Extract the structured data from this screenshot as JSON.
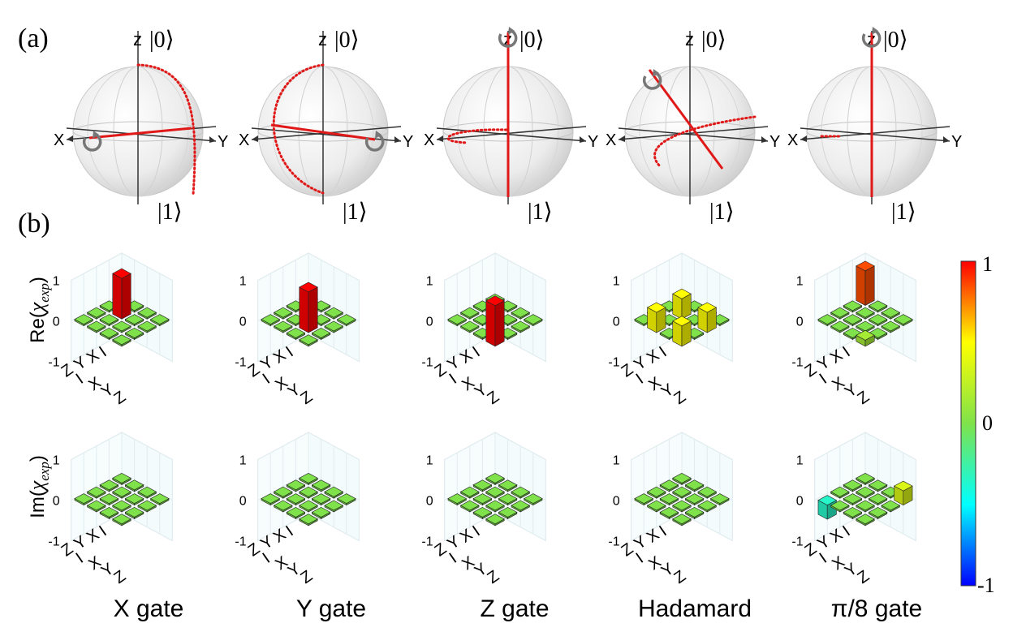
{
  "panel_a_label": "(a)",
  "panel_b_label": "(b)",
  "bloch": {
    "state_top": "|0⟩",
    "state_bottom": "|1⟩",
    "axis_z": "z",
    "axis_x": "X",
    "axis_y": "Y",
    "spheres": [
      {
        "gate": "X gate"
      },
      {
        "gate": "Y gate"
      },
      {
        "gate": "Z gate"
      },
      {
        "gate": "Hadamard"
      },
      {
        "gate": "π/8 gate"
      }
    ]
  },
  "row_labels": {
    "re_prefix": "Re(",
    "im_prefix": "Im(",
    "chi": "χ",
    "sub": "exp",
    "suffix": ")"
  },
  "ztick_labels": [
    "1",
    "0",
    "-1"
  ],
  "basis": [
    "I",
    "X",
    "Y",
    "Z"
  ],
  "gate_names": [
    "X gate",
    "Y gate",
    "Z gate",
    "Hadamard",
    "π/8 gate"
  ],
  "colorbar": {
    "colors": [
      "#0000ff",
      "#00ffff",
      "#7fe24a",
      "#ffff00",
      "#ff0000"
    ],
    "tick_labels": [
      "1",
      "0",
      "-1"
    ],
    "range": [
      -1,
      1
    ]
  },
  "chart_data": [
    {
      "type": "heatmap",
      "title": "X gate",
      "zlabel": "Re(χexp)",
      "zlim": [
        -1,
        1
      ],
      "x": [
        "I",
        "X",
        "Y",
        "Z"
      ],
      "y": [
        "I",
        "X",
        "Y",
        "Z"
      ],
      "values": [
        [
          0,
          0,
          0,
          0
        ],
        [
          0,
          1,
          0,
          0
        ],
        [
          0,
          0,
          0,
          0
        ],
        [
          0,
          0,
          0,
          0
        ]
      ]
    },
    {
      "type": "heatmap",
      "title": "Y gate",
      "zlabel": "Re(χexp)",
      "zlim": [
        -1,
        1
      ],
      "x": [
        "I",
        "X",
        "Y",
        "Z"
      ],
      "y": [
        "I",
        "X",
        "Y",
        "Z"
      ],
      "values": [
        [
          0,
          0,
          0,
          0
        ],
        [
          0,
          0,
          0,
          0
        ],
        [
          0,
          0,
          1,
          0
        ],
        [
          0,
          0,
          0,
          0
        ]
      ]
    },
    {
      "type": "heatmap",
      "title": "Z gate",
      "zlabel": "Re(χexp)",
      "zlim": [
        -1,
        1
      ],
      "x": [
        "I",
        "X",
        "Y",
        "Z"
      ],
      "y": [
        "I",
        "X",
        "Y",
        "Z"
      ],
      "values": [
        [
          0,
          0,
          0,
          0
        ],
        [
          0,
          0,
          0,
          0
        ],
        [
          0,
          0,
          0,
          0
        ],
        [
          0,
          0,
          0,
          1
        ]
      ]
    },
    {
      "type": "heatmap",
      "title": "Hadamard",
      "zlabel": "Re(χexp)",
      "zlim": [
        -1,
        1
      ],
      "x": [
        "I",
        "X",
        "Y",
        "Z"
      ],
      "y": [
        "I",
        "X",
        "Y",
        "Z"
      ],
      "values": [
        [
          0,
          0,
          0,
          0
        ],
        [
          0,
          0.5,
          0,
          0.5
        ],
        [
          0,
          0,
          0,
          0
        ],
        [
          0,
          0.5,
          0,
          0.5
        ]
      ]
    },
    {
      "type": "heatmap",
      "title": "π/8 gate",
      "zlabel": "Re(χexp)",
      "zlim": [
        -1,
        1
      ],
      "x": [
        "I",
        "X",
        "Y",
        "Z"
      ],
      "y": [
        "I",
        "X",
        "Y",
        "Z"
      ],
      "values": [
        [
          0.85,
          0,
          0,
          0
        ],
        [
          0,
          0,
          0,
          0
        ],
        [
          0,
          0,
          0,
          0
        ],
        [
          0,
          0,
          0,
          0.15
        ]
      ]
    },
    {
      "type": "heatmap",
      "title": "X gate",
      "zlabel": "Im(χexp)",
      "zlim": [
        -1,
        1
      ],
      "x": [
        "I",
        "X",
        "Y",
        "Z"
      ],
      "y": [
        "I",
        "X",
        "Y",
        "Z"
      ],
      "values": [
        [
          0,
          0,
          0,
          0
        ],
        [
          0,
          0,
          0,
          0
        ],
        [
          0,
          0,
          0,
          0
        ],
        [
          0,
          0,
          0,
          0
        ]
      ]
    },
    {
      "type": "heatmap",
      "title": "Y gate",
      "zlabel": "Im(χexp)",
      "zlim": [
        -1,
        1
      ],
      "x": [
        "I",
        "X",
        "Y",
        "Z"
      ],
      "y": [
        "I",
        "X",
        "Y",
        "Z"
      ],
      "values": [
        [
          0,
          0,
          0,
          0
        ],
        [
          0,
          0,
          0,
          0
        ],
        [
          0,
          0,
          0,
          0
        ],
        [
          0,
          0,
          0,
          0
        ]
      ]
    },
    {
      "type": "heatmap",
      "title": "Z gate",
      "zlabel": "Im(χexp)",
      "zlim": [
        -1,
        1
      ],
      "x": [
        "I",
        "X",
        "Y",
        "Z"
      ],
      "y": [
        "I",
        "X",
        "Y",
        "Z"
      ],
      "values": [
        [
          0,
          0,
          0,
          0
        ],
        [
          0,
          0,
          0,
          0
        ],
        [
          0,
          0,
          0,
          0
        ],
        [
          0,
          0,
          0,
          0
        ]
      ]
    },
    {
      "type": "heatmap",
      "title": "Hadamard",
      "zlabel": "Im(χexp)",
      "zlim": [
        -1,
        1
      ],
      "x": [
        "I",
        "X",
        "Y",
        "Z"
      ],
      "y": [
        "I",
        "X",
        "Y",
        "Z"
      ],
      "values": [
        [
          0,
          0,
          0,
          0
        ],
        [
          0,
          0,
          0,
          0
        ],
        [
          0,
          0,
          0,
          0
        ],
        [
          0,
          0,
          0,
          0
        ]
      ]
    },
    {
      "type": "heatmap",
      "title": "π/8 gate",
      "zlabel": "Im(χexp)",
      "zlim": [
        -1,
        1
      ],
      "x": [
        "I",
        "X",
        "Y",
        "Z"
      ],
      "y": [
        "I",
        "X",
        "Y",
        "Z"
      ],
      "values": [
        [
          0,
          0,
          0,
          0.35
        ],
        [
          0,
          0,
          0,
          0
        ],
        [
          0,
          0,
          0,
          0
        ],
        [
          -0.35,
          0,
          0,
          0
        ]
      ]
    }
  ]
}
